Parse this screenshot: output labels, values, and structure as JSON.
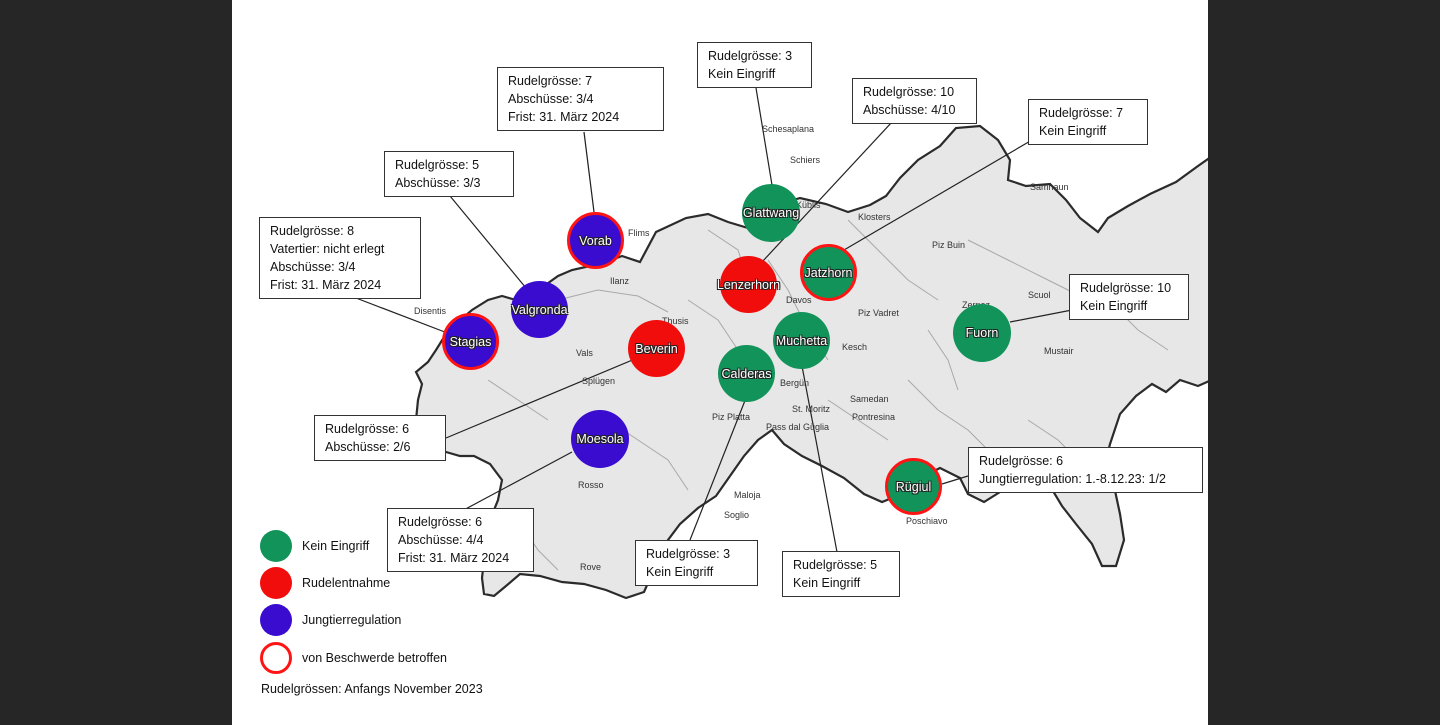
{
  "places": [
    "Schesaplana",
    "Schiers",
    "Küblis",
    "Klosters",
    "Flims",
    "Ilanz",
    "Disentis",
    "Vals",
    "Thusis",
    "Splügen",
    "Davos",
    "Piz Buin",
    "Scuol",
    "Zernez",
    "Piz Vadret",
    "Kesch",
    "St. Moritz",
    "Samedan",
    "Pontresina",
    "Pass dal Güglia",
    "Piz Platta",
    "Maloja",
    "Poschiavo",
    "Samnaun",
    "Mustair",
    "Rosso",
    "Rove",
    "Soglio",
    "Bergün"
  ],
  "packs": {
    "glattwang": {
      "name": "Glattwang"
    },
    "vorab": {
      "name": "Vorab"
    },
    "valgronda": {
      "name": "Valgronda"
    },
    "stagias": {
      "name": "Stagias"
    },
    "lenzerhorn": {
      "name": "Lenzerhorn"
    },
    "jatzhorn": {
      "name": "Jatzhorn"
    },
    "beverin": {
      "name": "Beverin"
    },
    "muchetta": {
      "name": "Muchetta"
    },
    "calderas": {
      "name": "Calderas"
    },
    "fuorn": {
      "name": "Fuorn"
    },
    "moesola": {
      "name": "Moesola"
    },
    "ruegiul": {
      "name": "Rügiul"
    }
  },
  "callouts": {
    "glattwang": [
      "Rudelgrösse: 3",
      "Kein Eingriff"
    ],
    "vorab": [
      "Rudelgrösse: 7",
      "Abschüsse: 3/4",
      "Frist: 31. März 2024"
    ],
    "lenzerhorn": [
      "Rudelgrösse: 10",
      "Abschüsse: 4/10"
    ],
    "jatzhorn": [
      "Rudelgrösse: 7",
      "Kein Eingriff"
    ],
    "valgronda": [
      "Rudelgrösse: 5",
      "Abschüsse: 3/3"
    ],
    "stagias": [
      "Rudelgrösse: 8",
      "Vatertier: nicht erlegt",
      "Abschüsse: 3/4",
      "Frist: 31. März 2024"
    ],
    "fuorn": [
      "Rudelgrösse: 10",
      "Kein Eingriff"
    ],
    "beverin": [
      "Rudelgrösse: 6",
      "Abschüsse: 2/6"
    ],
    "ruegiul": [
      "Rudelgrösse: 6",
      "Jungtierregulation: 1.-8.12.23: 1/2"
    ],
    "moesola": [
      "Rudelgrösse: 6",
      "Abschüsse: 4/4",
      "Frist: 31. März 2024"
    ],
    "calderas": [
      "Rudelgrösse: 3",
      "Kein Eingriff"
    ],
    "muchetta": [
      "Rudelgrösse: 5",
      "Kein Eingriff"
    ]
  },
  "legend": {
    "green": "Kein Eingriff",
    "red": "Rudelentnahme",
    "blue": "Jungtierregulation",
    "outline": "von Beschwerde betroffen",
    "note": "Rudelgrössen: Anfangs November 2023"
  },
  "colors": {
    "kein_eingriff": "#11935a",
    "rudelentnahme": "#f20d0d",
    "jungtierregulation": "#3a0ccf",
    "beschwerde": "#ff1414"
  }
}
